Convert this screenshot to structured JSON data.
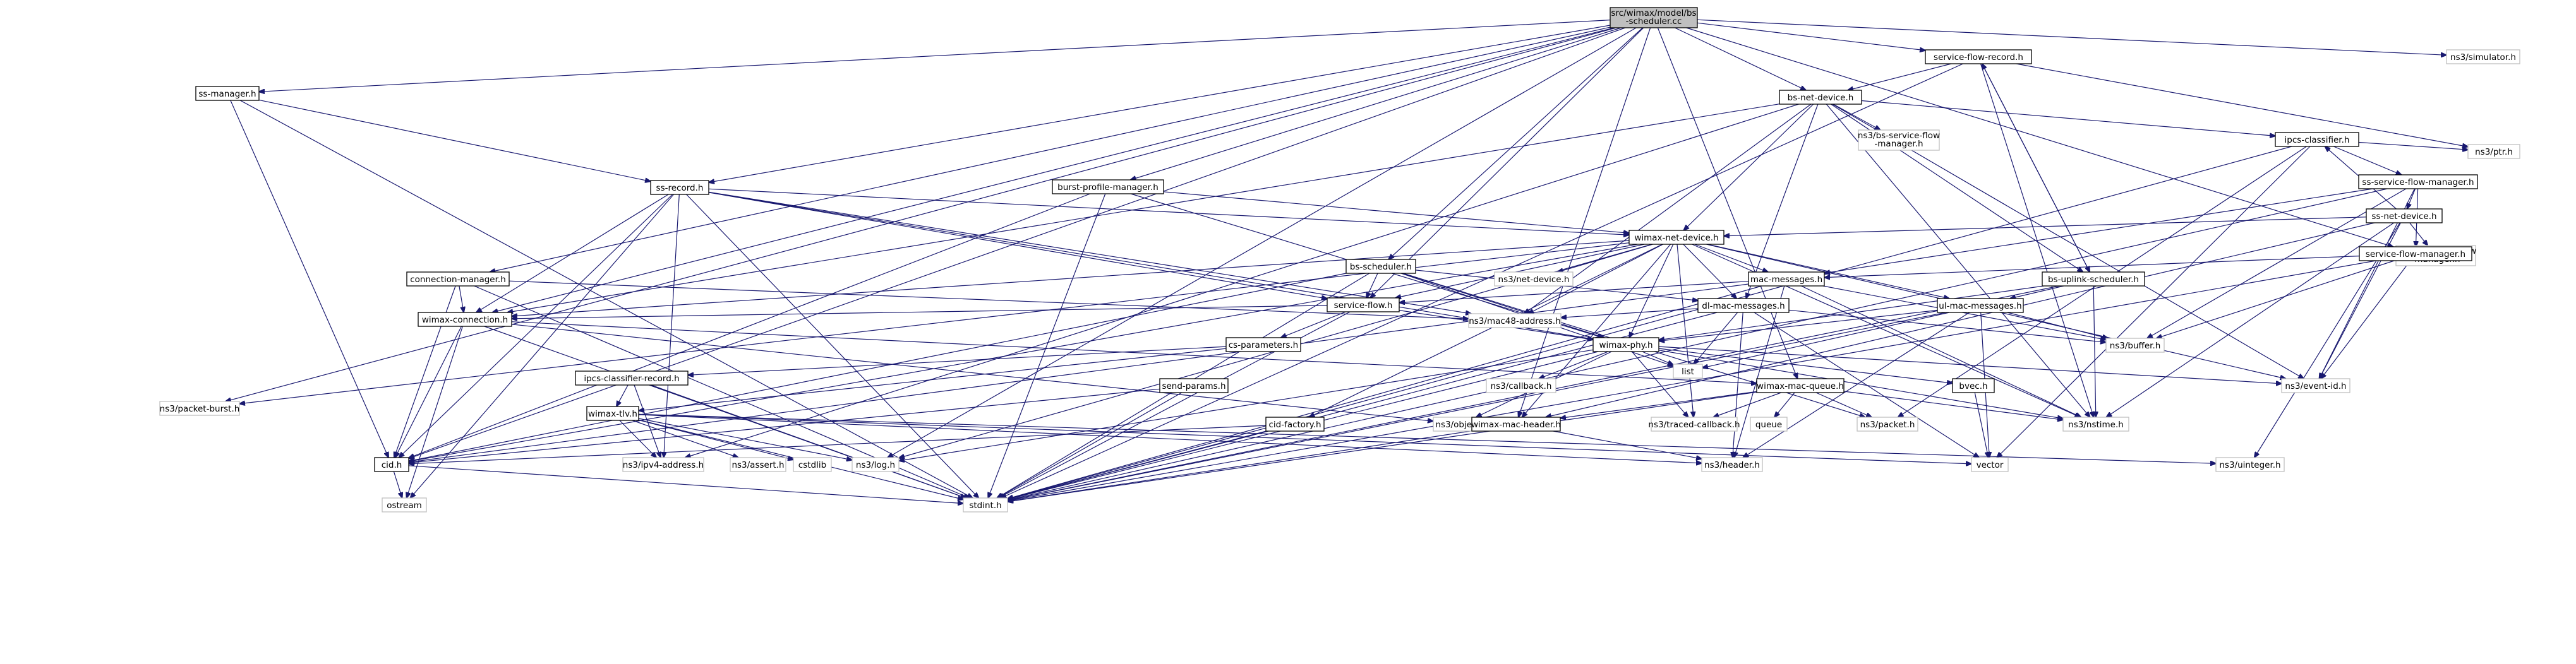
{
  "diagram": {
    "title": "",
    "colors": {
      "edge": "#191970",
      "root_fill": "#bfbfbf",
      "node_fill": "#ffffff",
      "node_border": "#000000",
      "external_border": "#bfbfbf",
      "external_text": "#000000"
    },
    "nodes": [
      {
        "id": "root",
        "lines": [
          "src/wimax/model/bs",
          "-scheduler.cc"
        ],
        "kind": "root"
      },
      {
        "id": "sfr",
        "lines": [
          "service-flow-record.h"
        ],
        "kind": "file"
      },
      {
        "id": "simulator",
        "lines": [
          "ns3/simulator.h"
        ],
        "kind": "external"
      },
      {
        "id": "bsnet",
        "lines": [
          "bs-net-device.h"
        ],
        "kind": "file"
      },
      {
        "id": "ssmgr",
        "lines": [
          "ss-manager.h"
        ],
        "kind": "file"
      },
      {
        "id": "bssfm",
        "lines": [
          "ns3/bs-service-flow",
          "-manager.h"
        ],
        "kind": "external"
      },
      {
        "id": "ipcscls",
        "lines": [
          "ipcs-classifier.h"
        ],
        "kind": "file"
      },
      {
        "id": "ptr",
        "lines": [
          "ns3/ptr.h"
        ],
        "kind": "external"
      },
      {
        "id": "sssfm",
        "lines": [
          "ss-service-flow-manager.h"
        ],
        "kind": "file"
      },
      {
        "id": "ssrec",
        "lines": [
          "ss-record.h"
        ],
        "kind": "file"
      },
      {
        "id": "bpm",
        "lines": [
          "burst-profile-manager.h"
        ],
        "kind": "file"
      },
      {
        "id": "ssnet",
        "lines": [
          "ss-net-device.h"
        ],
        "kind": "file"
      },
      {
        "id": "sssfm2",
        "lines": [
          "ns3/ss-service-flow",
          "-manager.h"
        ],
        "kind": "external"
      },
      {
        "id": "wnd",
        "lines": [
          "wimax-net-device.h"
        ],
        "kind": "file"
      },
      {
        "id": "sfm",
        "lines": [
          "service-flow-manager.h"
        ],
        "kind": "file"
      },
      {
        "id": "bssched",
        "lines": [
          "bs-scheduler.h"
        ],
        "kind": "file"
      },
      {
        "id": "netdev",
        "lines": [
          "ns3/net-device.h"
        ],
        "kind": "external"
      },
      {
        "id": "macmsg",
        "lines": [
          "mac-messages.h"
        ],
        "kind": "file"
      },
      {
        "id": "bsup",
        "lines": [
          "bs-uplink-scheduler.h"
        ],
        "kind": "file"
      },
      {
        "id": "connmgr",
        "lines": [
          "connection-manager.h"
        ],
        "kind": "file"
      },
      {
        "id": "sflow",
        "lines": [
          "service-flow.h"
        ],
        "kind": "file"
      },
      {
        "id": "dlmac",
        "lines": [
          "dl-mac-messages.h"
        ],
        "kind": "file"
      },
      {
        "id": "ulmac",
        "lines": [
          "ul-mac-messages.h"
        ],
        "kind": "file"
      },
      {
        "id": "wconn",
        "lines": [
          "wimax-connection.h"
        ],
        "kind": "file"
      },
      {
        "id": "mac48",
        "lines": [
          "ns3/mac48-address.h"
        ],
        "kind": "external"
      },
      {
        "id": "csparams",
        "lines": [
          "cs-parameters.h"
        ],
        "kind": "file"
      },
      {
        "id": "wphy",
        "lines": [
          "wimax-phy.h"
        ],
        "kind": "file"
      },
      {
        "id": "buffer",
        "lines": [
          "ns3/buffer.h"
        ],
        "kind": "external"
      },
      {
        "id": "list",
        "lines": [
          "list"
        ],
        "kind": "external"
      },
      {
        "id": "ipcsrec",
        "lines": [
          "ipcs-classifier-record.h"
        ],
        "kind": "file"
      },
      {
        "id": "sendp",
        "lines": [
          "send-params.h"
        ],
        "kind": "file"
      },
      {
        "id": "callback",
        "lines": [
          "ns3/callback.h"
        ],
        "kind": "external"
      },
      {
        "id": "wmq",
        "lines": [
          "wimax-mac-queue.h"
        ],
        "kind": "file"
      },
      {
        "id": "bvec",
        "lines": [
          "bvec.h"
        ],
        "kind": "file"
      },
      {
        "id": "eventid",
        "lines": [
          "ns3/event-id.h"
        ],
        "kind": "external"
      },
      {
        "id": "pburst",
        "lines": [
          "ns3/packet-burst.h"
        ],
        "kind": "external"
      },
      {
        "id": "wtlv",
        "lines": [
          "wimax-tlv.h"
        ],
        "kind": "file"
      },
      {
        "id": "cidf",
        "lines": [
          "cid-factory.h"
        ],
        "kind": "file"
      },
      {
        "id": "object",
        "lines": [
          "ns3/object.h"
        ],
        "kind": "external"
      },
      {
        "id": "wmh",
        "lines": [
          "wimax-mac-header.h"
        ],
        "kind": "file"
      },
      {
        "id": "tcb",
        "lines": [
          "ns3/traced-callback.h"
        ],
        "kind": "external"
      },
      {
        "id": "queue",
        "lines": [
          "queue"
        ],
        "kind": "external"
      },
      {
        "id": "packet",
        "lines": [
          "ns3/packet.h"
        ],
        "kind": "external"
      },
      {
        "id": "nstime",
        "lines": [
          "ns3/nstime.h"
        ],
        "kind": "external"
      },
      {
        "id": "cid",
        "lines": [
          "cid.h"
        ],
        "kind": "file"
      },
      {
        "id": "ipv4",
        "lines": [
          "ns3/ipv4-address.h"
        ],
        "kind": "external"
      },
      {
        "id": "assert",
        "lines": [
          "ns3/assert.h"
        ],
        "kind": "external"
      },
      {
        "id": "cstdlib",
        "lines": [
          "cstdlib"
        ],
        "kind": "external"
      },
      {
        "id": "log",
        "lines": [
          "ns3/log.h"
        ],
        "kind": "external"
      },
      {
        "id": "header",
        "lines": [
          "ns3/header.h"
        ],
        "kind": "external"
      },
      {
        "id": "vector",
        "lines": [
          "vector"
        ],
        "kind": "external"
      },
      {
        "id": "uinteger",
        "lines": [
          "ns3/uinteger.h"
        ],
        "kind": "external"
      },
      {
        "id": "ostream",
        "lines": [
          "ostream"
        ],
        "kind": "external"
      },
      {
        "id": "stdint",
        "lines": [
          "stdint.h"
        ],
        "kind": "external"
      }
    ],
    "edges": [
      [
        "root",
        "sfr"
      ],
      [
        "root",
        "simulator"
      ],
      [
        "root",
        "bsnet"
      ],
      [
        "root",
        "ssmgr"
      ],
      [
        "root",
        "ssrec"
      ],
      [
        "root",
        "bpm"
      ],
      [
        "root",
        "bssched"
      ],
      [
        "root",
        "connmgr"
      ],
      [
        "root",
        "wconn"
      ],
      [
        "root",
        "sflow"
      ],
      [
        "root",
        "sfm"
      ],
      [
        "root",
        "wmq"
      ],
      [
        "root",
        "wmh"
      ],
      [
        "root",
        "pburst"
      ],
      [
        "root",
        "cid"
      ],
      [
        "root",
        "log"
      ],
      [
        "sfr",
        "bsnet"
      ],
      [
        "sfr",
        "bsup"
      ],
      [
        "sfr",
        "ptr"
      ],
      [
        "sfr",
        "nstime"
      ],
      [
        "sfr",
        "stdint"
      ],
      [
        "bsnet",
        "wnd"
      ],
      [
        "bsnet",
        "bssfm"
      ],
      [
        "bsnet",
        "ipcscls"
      ],
      [
        "bsnet",
        "dlmac"
      ],
      [
        "bsnet",
        "wconn"
      ],
      [
        "bsnet",
        "mac48"
      ],
      [
        "bsnet",
        "ipv4"
      ],
      [
        "bsnet",
        "nstime"
      ],
      [
        "bsnet",
        "eventid"
      ],
      [
        "bsnet",
        "bsup"
      ],
      [
        "ssmgr",
        "ssrec"
      ],
      [
        "ssmgr",
        "cid"
      ],
      [
        "ssmgr",
        "stdint"
      ],
      [
        "ipcscls",
        "sssfm"
      ],
      [
        "ipcscls",
        "ptr"
      ],
      [
        "ipcscls",
        "packet"
      ],
      [
        "ipcscls",
        "vector"
      ],
      [
        "ipcscls",
        "stdint"
      ],
      [
        "sssfm",
        "ssnet"
      ],
      [
        "sssfm",
        "sfm"
      ],
      [
        "sssfm",
        "buffer"
      ],
      [
        "sssfm",
        "eventid"
      ],
      [
        "sssfm",
        "macmsg"
      ],
      [
        "sssfm",
        "stdint"
      ],
      [
        "ssnet",
        "wnd"
      ],
      [
        "ssnet",
        "sssfm2"
      ],
      [
        "ssnet",
        "ipcscls"
      ],
      [
        "ssnet",
        "eventid"
      ],
      [
        "ssnet",
        "nstime"
      ],
      [
        "ssnet",
        "uinteger"
      ],
      [
        "ssnet",
        "wmh"
      ],
      [
        "ssrec",
        "wnd"
      ],
      [
        "ssrec",
        "sflow"
      ],
      [
        "ssrec",
        "wconn"
      ],
      [
        "ssrec",
        "wphy"
      ],
      [
        "ssrec",
        "cid"
      ],
      [
        "ssrec",
        "ipv4"
      ],
      [
        "ssrec",
        "mac48"
      ],
      [
        "ssrec",
        "ostream"
      ],
      [
        "ssrec",
        "stdint"
      ],
      [
        "bpm",
        "wnd"
      ],
      [
        "bpm",
        "wphy"
      ],
      [
        "bpm",
        "cid"
      ],
      [
        "bpm",
        "stdint"
      ],
      [
        "wnd",
        "macmsg"
      ],
      [
        "wnd",
        "dlmac"
      ],
      [
        "wnd",
        "ulmac"
      ],
      [
        "wnd",
        "wphy"
      ],
      [
        "wnd",
        "wconn"
      ],
      [
        "wnd",
        "sflow"
      ],
      [
        "wnd",
        "netdev"
      ],
      [
        "wnd",
        "mac48"
      ],
      [
        "wnd",
        "eventid"
      ],
      [
        "wnd",
        "tcb"
      ],
      [
        "wnd",
        "wmh"
      ],
      [
        "wnd",
        "cidf"
      ],
      [
        "wnd",
        "pburst"
      ],
      [
        "wnd",
        "nstime"
      ],
      [
        "wnd",
        "log"
      ],
      [
        "wnd",
        "cid"
      ],
      [
        "sfm",
        "macmsg"
      ],
      [
        "sfm",
        "buffer"
      ],
      [
        "sfm",
        "eventid"
      ],
      [
        "sfm",
        "stdint"
      ],
      [
        "bssched",
        "sflow"
      ],
      [
        "bssched",
        "dlmac"
      ],
      [
        "bssched",
        "wphy"
      ],
      [
        "bssched",
        "list"
      ],
      [
        "bssched",
        "cid"
      ],
      [
        "bssched",
        "packet"
      ],
      [
        "bssched",
        "stdint"
      ],
      [
        "macmsg",
        "sflow"
      ],
      [
        "macmsg",
        "buffer"
      ],
      [
        "macmsg",
        "header"
      ],
      [
        "macmsg",
        "cid"
      ],
      [
        "macmsg",
        "nstime"
      ],
      [
        "macmsg",
        "stdint"
      ],
      [
        "bsup",
        "ulmac"
      ],
      [
        "bsup",
        "wphy"
      ],
      [
        "bsup",
        "sfr"
      ],
      [
        "bsup",
        "nstime"
      ],
      [
        "bsup",
        "stdint"
      ],
      [
        "connmgr",
        "wconn"
      ],
      [
        "connmgr",
        "mac48"
      ],
      [
        "connmgr",
        "cid"
      ],
      [
        "connmgr",
        "stdint"
      ],
      [
        "sflow",
        "wconn"
      ],
      [
        "sflow",
        "csparams"
      ],
      [
        "sflow",
        "wphy"
      ],
      [
        "sflow",
        "stdint"
      ],
      [
        "dlmac",
        "mac48"
      ],
      [
        "dlmac",
        "buffer"
      ],
      [
        "dlmac",
        "list"
      ],
      [
        "dlmac",
        "header"
      ],
      [
        "dlmac",
        "vector"
      ],
      [
        "dlmac",
        "stdint"
      ],
      [
        "ulmac",
        "wphy"
      ],
      [
        "ulmac",
        "buffer"
      ],
      [
        "ulmac",
        "list"
      ],
      [
        "ulmac",
        "header"
      ],
      [
        "ulmac",
        "vector"
      ],
      [
        "ulmac",
        "stdint"
      ],
      [
        "wconn",
        "wmq"
      ],
      [
        "wconn",
        "object"
      ],
      [
        "wconn",
        "cid"
      ],
      [
        "wconn",
        "ostream"
      ],
      [
        "wconn",
        "stdint"
      ],
      [
        "csparams",
        "ipcsrec"
      ],
      [
        "csparams",
        "wtlv"
      ],
      [
        "wphy",
        "bvec"
      ],
      [
        "wphy",
        "callback"
      ],
      [
        "wphy",
        "list"
      ],
      [
        "wphy",
        "object"
      ],
      [
        "wphy",
        "tcb"
      ],
      [
        "wphy",
        "nstime"
      ],
      [
        "wphy",
        "eventid"
      ],
      [
        "wphy",
        "log"
      ],
      [
        "wphy",
        "stdint"
      ],
      [
        "ipcsrec",
        "wtlv"
      ],
      [
        "ipcsrec",
        "ipv4"
      ],
      [
        "ipcsrec",
        "stdint"
      ],
      [
        "sendp",
        "cid"
      ],
      [
        "sendp",
        "stdint"
      ],
      [
        "wmq",
        "wmh"
      ],
      [
        "wmq",
        "packet"
      ],
      [
        "wmq",
        "queue"
      ],
      [
        "wmq",
        "tcb"
      ],
      [
        "wmq",
        "nstime"
      ],
      [
        "wmq",
        "stdint"
      ],
      [
        "bvec",
        "vector"
      ],
      [
        "wtlv",
        "ipv4"
      ],
      [
        "wtlv",
        "assert"
      ],
      [
        "wtlv",
        "cstdlib"
      ],
      [
        "wtlv",
        "log"
      ],
      [
        "wtlv",
        "header"
      ],
      [
        "wtlv",
        "uinteger"
      ],
      [
        "wtlv",
        "vector"
      ],
      [
        "wtlv",
        "stdint"
      ],
      [
        "cidf",
        "cid"
      ],
      [
        "cidf",
        "stdint"
      ],
      [
        "wmh",
        "header"
      ],
      [
        "wmh",
        "stdint"
      ],
      [
        "cid",
        "ostream"
      ],
      [
        "cid",
        "stdint"
      ]
    ]
  }
}
